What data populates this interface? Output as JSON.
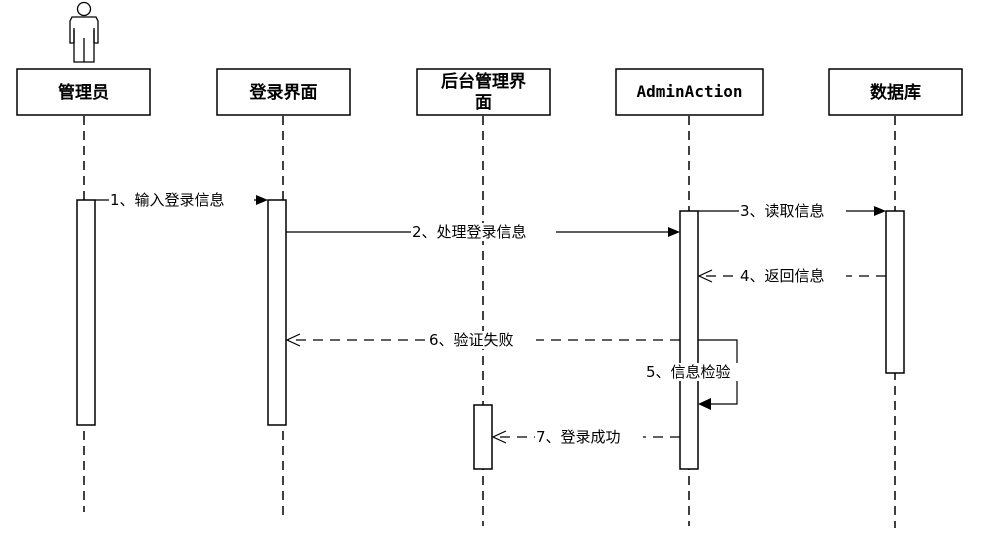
{
  "diagram": {
    "type": "sequence",
    "actor_icon": "person-icon",
    "objects": [
      {
        "id": "admin",
        "label": "管理员",
        "is_actor": true
      },
      {
        "id": "login_ui",
        "label": "登录界面",
        "is_actor": false
      },
      {
        "id": "backend_ui",
        "label_lines": [
          "后台管理界",
          "面"
        ],
        "is_actor": false
      },
      {
        "id": "admin_action",
        "label": "AdminAction",
        "is_actor": false
      },
      {
        "id": "database",
        "label": "数据库",
        "is_actor": false
      }
    ],
    "messages": [
      {
        "num": 1,
        "label": "1、输入登录信息",
        "from": "admin",
        "to": "login_ui",
        "style": "sync"
      },
      {
        "num": 2,
        "label": "2、处理登录信息",
        "from": "login_ui",
        "to": "admin_action",
        "style": "sync"
      },
      {
        "num": 3,
        "label": "3、读取信息",
        "from": "admin_action",
        "to": "database",
        "style": "sync"
      },
      {
        "num": 4,
        "label": "4、返回信息",
        "from": "database",
        "to": "admin_action",
        "style": "return"
      },
      {
        "num": 5,
        "label": "5、信息检验",
        "from": "admin_action",
        "to": "admin_action",
        "style": "self"
      },
      {
        "num": 6,
        "label": "6、验证失败",
        "from": "admin_action",
        "to": "login_ui",
        "style": "return"
      },
      {
        "num": 7,
        "label": "7、登录成功",
        "from": "admin_action",
        "to": "backend_ui",
        "style": "return"
      }
    ]
  }
}
